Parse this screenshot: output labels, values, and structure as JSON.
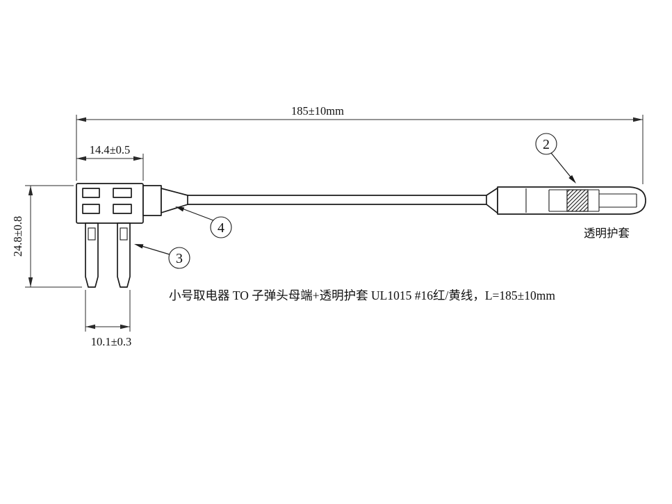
{
  "page": {
    "background_color": "#ffffff",
    "line_color": "#1a1a1a"
  },
  "dimensions": {
    "overall_length": "185±10mm",
    "body_width": "14.4±0.5",
    "body_height": "24.8±0.8",
    "blade_span": "10.1±0.3"
  },
  "callouts": {
    "sleeve_marker": "2",
    "blade_marker": "3",
    "wire_marker": "4"
  },
  "labels": {
    "sleeve": "透明护套",
    "description": "小号取电器 TO 子弹头母端+透明护套 UL1015 #16红/黄线，L=185±10mm"
  }
}
